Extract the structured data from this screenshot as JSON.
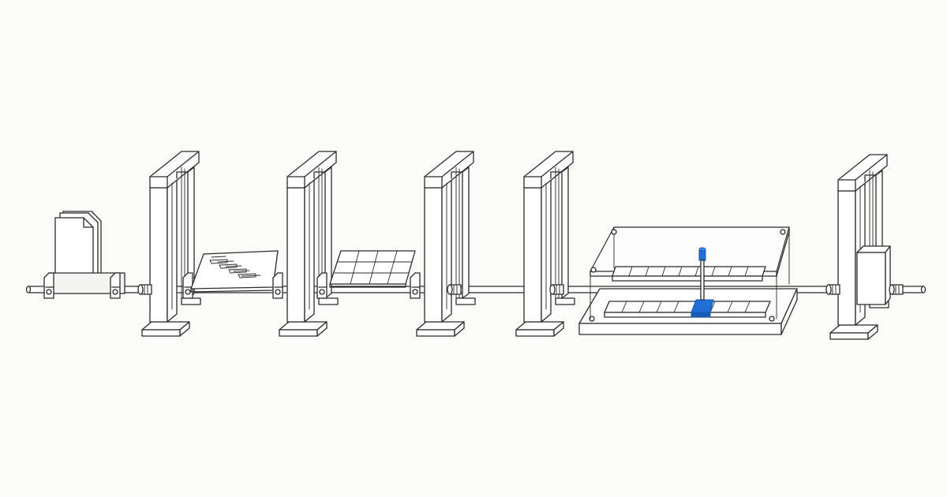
{
  "colors": {
    "background": "#fbfbfa",
    "line": "#2b2b2b",
    "paper": "#ffffff",
    "accent": "#1f6fd6"
  },
  "illustration": {
    "gate_count": 5,
    "highlighted_cell": {
      "row": "lower",
      "index": 5,
      "color": "#1f6fd6"
    }
  }
}
